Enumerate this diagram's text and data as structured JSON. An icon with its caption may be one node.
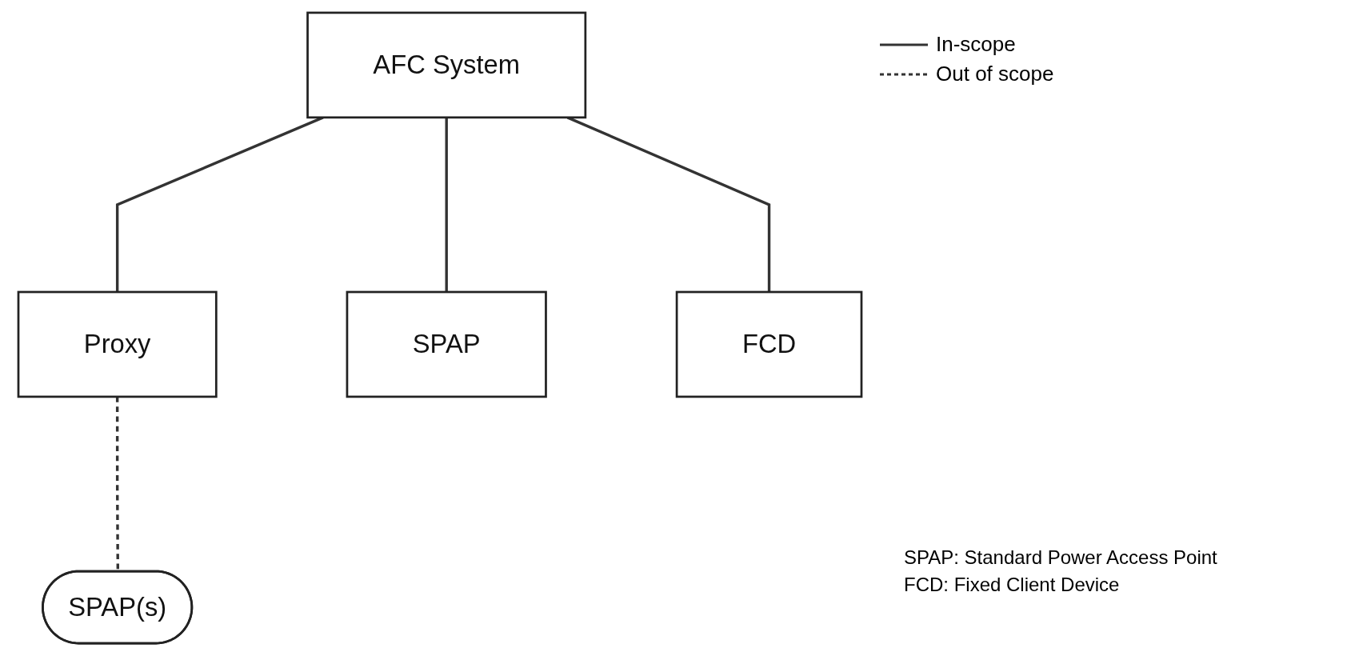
{
  "diagram": {
    "nodes": [
      {
        "text": [
          "AFC System"
        ]
      },
      {
        "text": [
          "Proxy"
        ]
      },
      {
        "text": [
          "SPAP(s)"
        ]
      },
      {
        "text": [
          "SPAP"
        ]
      },
      {
        "text": [
          "FCD"
        ]
      }
    ],
    "edges": [
      {
        "from": 0,
        "to": 1,
        "arrow": "none"
      },
      {
        "from": 0,
        "to": 3,
        "arrow": "none"
      },
      {
        "from": 0,
        "to": 4,
        "arrow": "none"
      },
      {
        "from": 1,
        "to": 2,
        "arrow": "none",
        "style": "dashed"
      }
    ],
    "labels": [
      "SPAP: Standard Power Access Point",
      "FCD: Fixed Client Device"
    ],
    "legend": [
      {
        "text": "In-scope"
      },
      {
        "text": "Out of scope"
      }
    ]
  }
}
